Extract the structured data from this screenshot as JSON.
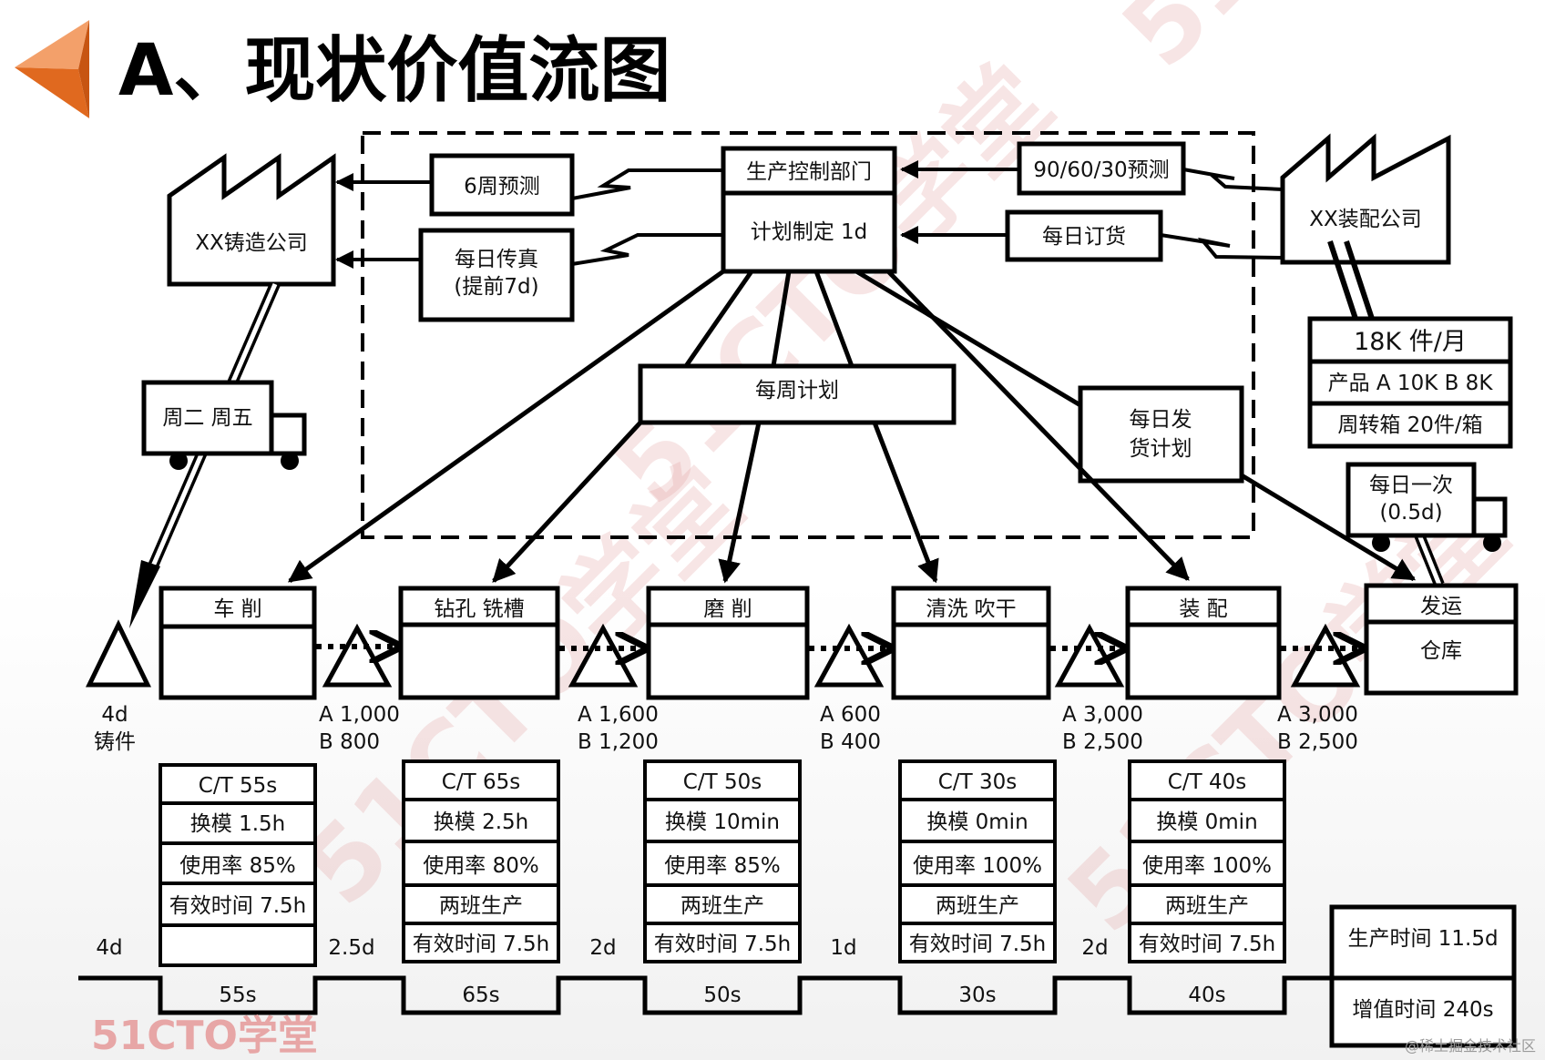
{
  "title": "A、现状价值流图",
  "watermark": "51CTO学堂",
  "corner_watermark": "@稀土掘金技术社区",
  "control": {
    "header": "生产控制部门",
    "body": "计划制定 1d"
  },
  "supplier": {
    "name": "XX铸造公司",
    "forecast": "6周预测",
    "fax_line1": "每日传真",
    "fax_line2": "(提前7d)",
    "truck_label": "周二 周五"
  },
  "customer": {
    "name": "XX装配公司",
    "forecast": "90/60/30预测",
    "daily_order": "每日订货",
    "demand": [
      "18K 件/月",
      "产品 A 10K B 8K",
      "周转箱 20件/箱"
    ],
    "truck_line1": "每日一次",
    "truck_line2": "(0.5d)"
  },
  "weekly_plan": "每周计划",
  "daily_ship_line1": "每日发",
  "daily_ship_line2": "货计划",
  "processes": [
    {
      "name": "车 削",
      "data": [
        "C/T 55s",
        "换模 1.5h",
        "使用率 85%",
        "有效时间 7.5h",
        ""
      ]
    },
    {
      "name": "钻孔 铣槽",
      "data": [
        "C/T 65s",
        "换模 2.5h",
        "使用率 80%",
        "两班生产",
        "有效时间 7.5h"
      ]
    },
    {
      "name": "磨 削",
      "data": [
        "C/T 50s",
        "换模 10min",
        "使用率 85%",
        "两班生产",
        "有效时间 7.5h"
      ]
    },
    {
      "name": "清洗 吹干",
      "data": [
        "C/T 30s",
        "换模 0min",
        "使用率 100%",
        "两班生产",
        "有效时间 7.5h"
      ]
    },
    {
      "name": "装 配",
      "data": [
        "C/T 40s",
        "换模 0min",
        "使用率 100%",
        "两班生产",
        "有效时间 7.5h"
      ]
    }
  ],
  "shipping": {
    "header": "发运",
    "body": "仓库"
  },
  "inventories": [
    {
      "line1": "4d",
      "line2": "铸件"
    },
    {
      "line1": "A 1,000",
      "line2": "B   800"
    },
    {
      "line1": "A 1,600",
      "line2": "B 1,200"
    },
    {
      "line1": "A 600",
      "line2": "B 400"
    },
    {
      "line1": "A 3,000",
      "line2": "B 2,500"
    },
    {
      "line1": "A 3,000",
      "line2": "B 2,500"
    }
  ],
  "timeline": {
    "days": [
      "4d",
      "2.5d",
      "2d",
      "1d",
      "2d"
    ],
    "cycle_times": [
      "55s",
      "65s",
      "50s",
      "30s",
      "40s"
    ]
  },
  "summary": {
    "production_time": "生产时间 11.5d",
    "value_added_time": "增值时间 240s"
  }
}
